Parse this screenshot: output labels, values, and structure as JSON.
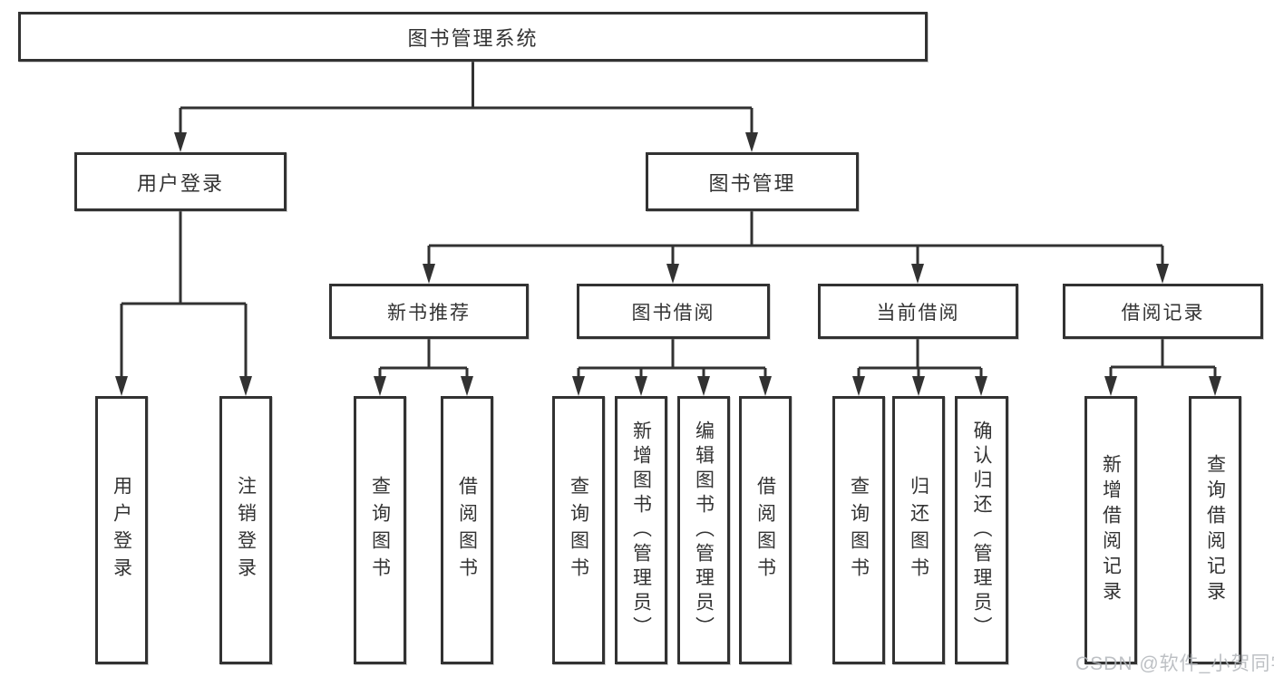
{
  "title": "图书管理系统",
  "watermark": "CSDN @软件_小贺同学",
  "tree": {
    "label": "图书管理系统",
    "children": [
      {
        "label": "用户登录",
        "children": [
          {
            "label": "用户登录"
          },
          {
            "label": "注销登录"
          }
        ]
      },
      {
        "label": "图书管理",
        "children": [
          {
            "label": "新书推荐",
            "children": [
              {
                "label": "查询图书"
              },
              {
                "label": "借阅图书"
              }
            ]
          },
          {
            "label": "图书借阅",
            "children": [
              {
                "label": "查询图书"
              },
              {
                "label": "新增图书（管理员）"
              },
              {
                "label": "编辑图书（管理员）"
              },
              {
                "label": "借阅图书"
              }
            ]
          },
          {
            "label": "当前借阅",
            "children": [
              {
                "label": "查询图书"
              },
              {
                "label": "归还图书"
              },
              {
                "label": "确认归还（管理员）"
              }
            ]
          },
          {
            "label": "借阅记录",
            "children": [
              {
                "label": "新增借阅记录"
              },
              {
                "label": "查询借阅记录"
              }
            ]
          }
        ]
      }
    ]
  }
}
